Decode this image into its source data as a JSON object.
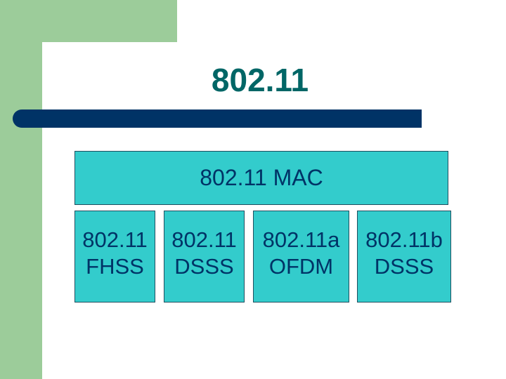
{
  "slide": {
    "title": "802.11",
    "colors": {
      "background": "#ffffff",
      "accent_green": "#9ccc9a",
      "title_color": "#006666",
      "bar_color": "#003366",
      "box_fill": "#33cccc",
      "box_text": "#003366"
    }
  },
  "diagram": {
    "mac_layer": {
      "label": "802.11 MAC"
    },
    "phy_layers": [
      {
        "line1": "802.11",
        "line2": "FHSS"
      },
      {
        "line1": "802.11",
        "line2": "DSSS"
      },
      {
        "line1": "802.11a",
        "line2": "OFDM"
      },
      {
        "line1": "802.11b",
        "line2": "DSSS"
      }
    ]
  }
}
